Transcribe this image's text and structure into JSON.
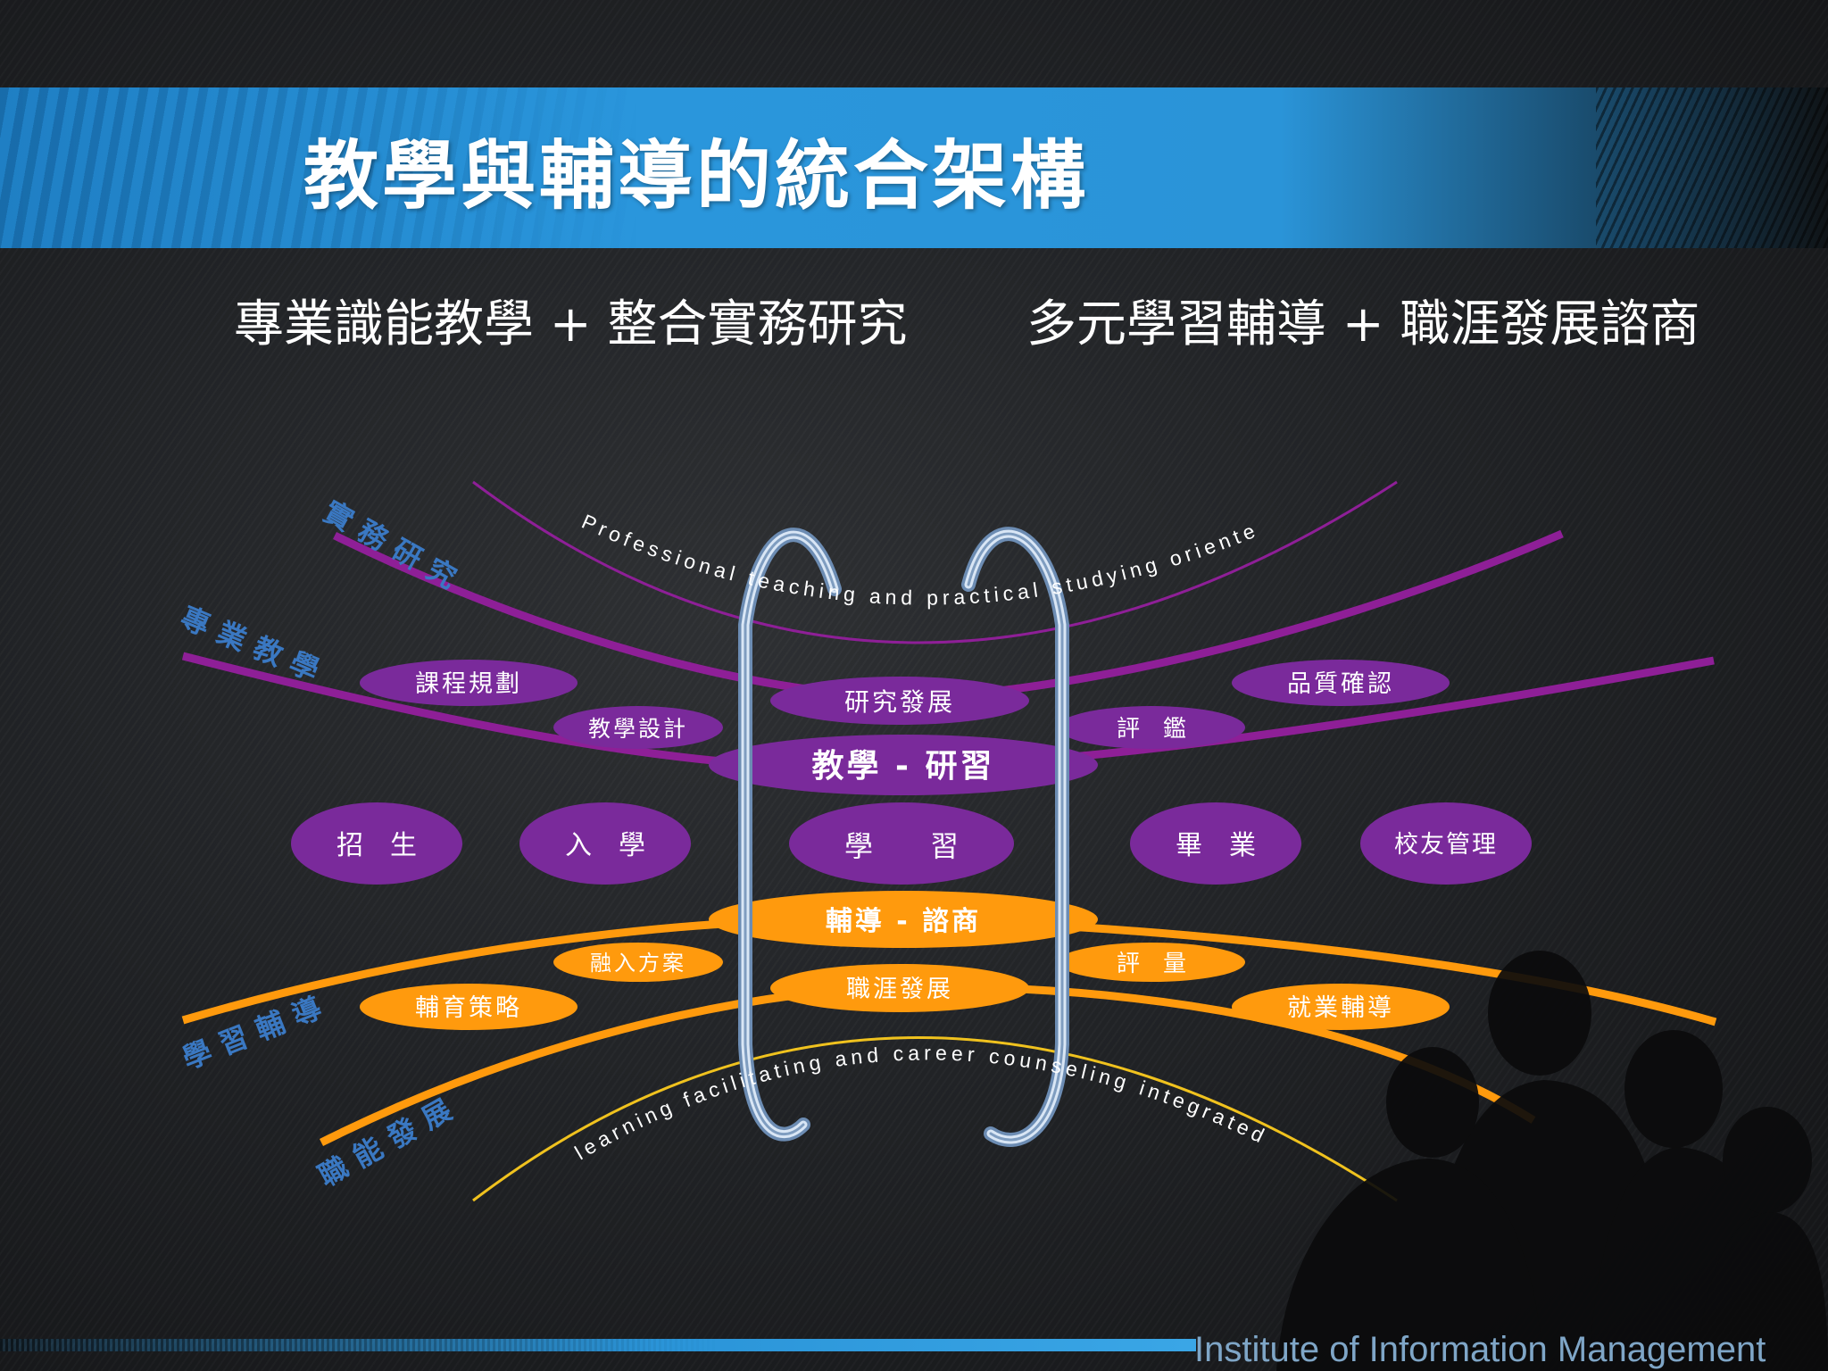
{
  "slide": {
    "title": "教學與輔導的統合架構",
    "subtitle_left": "專業識能教學 + 整合實務研究",
    "subtitle_right": "多元學習輔導 + 職涯發展諮商",
    "footer": "Institute of Information Management"
  },
  "colors": {
    "purple": "#8e1f97",
    "purple_ellipse": "#7a2a9b",
    "orange": "#ff9a0d",
    "yellow": "#f0c21e",
    "blue_label": "#3a78c2",
    "banner_blue": "#2a94d8",
    "ring": "#a9c6e8"
  },
  "diagram": {
    "curve_labels": {
      "practical_research": "實務研究",
      "professional_teaching": "專業教學",
      "learning_guidance": "學習輔導",
      "career_development": "職能發展"
    },
    "arc_texts": {
      "top": "Professional teaching and practical studying oriented",
      "bottom": "learning facilitating and career counseling integrated"
    },
    "purple_nodes": {
      "curriculum_planning": "課程規劃",
      "teaching_design": "教學設計",
      "research_development": "研究發展",
      "teaching_research": "教學 - 研習",
      "evaluation": "評　鑑",
      "quality_assurance": "品質確認"
    },
    "middle_nodes": {
      "recruitment": "招　生",
      "enrollment": "入　學",
      "learning": "學　　習",
      "graduation": "畢　業",
      "alumni_management": "校友管理"
    },
    "orange_nodes": {
      "counseling": "輔導 - 諮商",
      "integration_program": "融入方案",
      "career_development": "職涯發展",
      "assessment": "評　量",
      "guidance_strategy": "輔育策略",
      "employment_guidance": "就業輔導"
    }
  }
}
